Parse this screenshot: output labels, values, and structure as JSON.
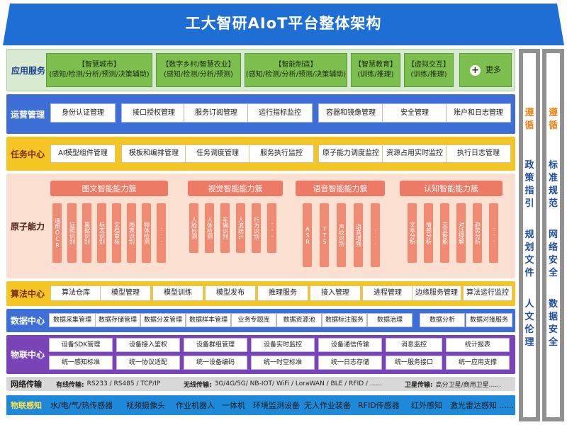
{
  "title": "工大智研AIoT平台整体架构",
  "colors": {
    "title_blue": "#1e6ed4",
    "app_bg": "#d9ead3",
    "app_box": "#7cbf4e",
    "ops_bg": "#3d6fd6",
    "task_bg": "#f5c623",
    "atomic_bg": "#fbe0d2",
    "atomic_item": "#f08a73",
    "algo_bg": "#f5c623",
    "data_bg": "#3d6fd6",
    "iot_bg": "#7a43b8",
    "net_bg": "#d8d8d8",
    "sense_bg": "#1e88d9",
    "side_gray": "#909090",
    "follow_orange": "#e98a1e",
    "side_blue": "#1f4e9d"
  },
  "app_layer": {
    "label": "应用服务",
    "boxes": [
      {
        "l1": "【智慧城市】",
        "l2": "(感知/检测/分析/预测/决策辅助)"
      },
      {
        "l1": "【数字乡村/智慧农业】",
        "l2": "(感知/检测/分析/预测)"
      },
      {
        "l1": "【智能制造】",
        "l2": "(感知/检测/分析/预测/决策辅助)"
      },
      {
        "l1": "【智慧教育】",
        "l2": "(训练/推理)"
      },
      {
        "l1": "【虚拟交互】",
        "l2": "(训练/推理)"
      }
    ],
    "more": "更多",
    "plus_icon": "+"
  },
  "ops_layer": {
    "label": "运营管理",
    "items": [
      "身份认证管理",
      "接口授权管理",
      "服务订阅管理",
      "运行指标监控",
      "容器和镜像管理",
      "安全管理",
      "账户和日志管理"
    ]
  },
  "task_layer": {
    "label": "任务中心",
    "items": [
      "AI模型组件管理",
      "模板和编排管理",
      "任务调度管理",
      "服务执行监控",
      "原子能力调度监控",
      "资源占用实时监控",
      "执行日志管理"
    ]
  },
  "atomic_layer": {
    "label": "原子能力",
    "clusters": [
      {
        "name": "图文智能能力簇",
        "items": [
          "通用OCR",
          "证照识别",
          "票据识别",
          "标志识别",
          "文档审核",
          "图表识别",
          "物体检测",
          "..."
        ]
      },
      {
        "name": "视觉智能能力簇",
        "items": [
          "人脸检测",
          "人体检测",
          "车辆识别",
          "人流统计",
          "行为识别",
          "..."
        ]
      },
      {
        "name": "语音智能能力簇",
        "items": [
          "ASR",
          "TTS",
          "声纹识别",
          "语音增强",
          "..."
        ]
      },
      {
        "name": "认知智能能力簇",
        "items": [
          "文本分析",
          "情感分析",
          "交互智能",
          "对话理解",
          "趋势分析",
          "..."
        ]
      }
    ]
  },
  "algo_layer": {
    "label": "算法中心",
    "items": [
      "算法仓库",
      "模型管理",
      "模型训练",
      "模型发布",
      "推理服务",
      "接入管理",
      "进程管理",
      "边缘服务管理",
      "算法运行监控"
    ]
  },
  "data_layer": {
    "label": "数据中心",
    "items": [
      "数据采集管理",
      "数据存储管理",
      "数据分发管理",
      "数据样本管理",
      "业务专题库",
      "数据资源池",
      "数据标注服务",
      "数据治理",
      "数据分析",
      "数据对接服务"
    ]
  },
  "iot_layer": {
    "label": "物联中心",
    "row1": [
      "设备SDK管理",
      "设备接入鉴权",
      "设备群组管理",
      "设备实时监控",
      "设备通信传输",
      "消息监控",
      "统计报表"
    ],
    "row2": [
      "统一感知标准",
      "统一协议适配",
      "统一设备编码",
      "统一时空标准",
      "统一日志存储",
      "统一服务接口",
      "统一应用支撑"
    ]
  },
  "net_layer": {
    "label": "网络传输",
    "wired_label": "有线传输:",
    "wired_value": "RS233 / RS485 / TCP/IP",
    "wireless_label": "无线传输:",
    "wireless_value": "3G/4G/5G/ NB-IOT/ WiFi / LoraWAN / BLE / RFID / ......",
    "satellite_label": "卫星传输:",
    "satellite_value": "高分卫星/商用卫星......"
  },
  "sense_layer": {
    "label": "物联感知",
    "items": [
      "水/电/气/热传感器",
      "视频摄像头",
      "作业机器人",
      "一体机",
      "环境监测设备",
      "无人作业装备",
      "RFID传感器",
      "红外感知",
      "激光雷达感知",
      "......"
    ]
  },
  "side_left": {
    "follow": [
      "遵",
      "循"
    ],
    "lines": [
      [
        "政",
        "策",
        "指",
        "引"
      ],
      [
        "规",
        "划",
        "文",
        "件"
      ],
      [
        "人",
        "文",
        "伦",
        "理"
      ]
    ]
  },
  "side_right": {
    "follow": [
      "遵",
      "循"
    ],
    "lines": [
      [
        "标",
        "准",
        "规",
        "范"
      ],
      [
        "网",
        "络",
        "安",
        "全"
      ],
      [
        "数",
        "据",
        "安",
        "全"
      ]
    ]
  }
}
